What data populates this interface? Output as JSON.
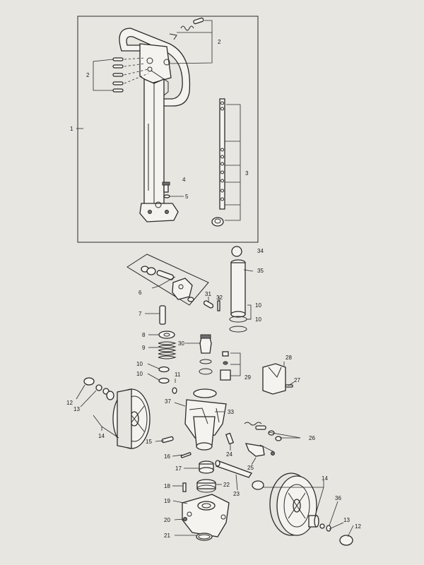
{
  "colors": {
    "paper": "#e7e6e1",
    "ink": "#2a2a2a"
  },
  "callouts": {
    "c1": "1",
    "c2a": "2",
    "c2b": "2",
    "c3": "3",
    "c4": "4",
    "c5": "5",
    "c6": "6",
    "c7": "7",
    "c8": "8",
    "c9": "9",
    "c10a": "10",
    "c10b": "10",
    "c10c": "10",
    "c10d": "10",
    "c11": "11",
    "c12a": "12",
    "c12b": "12",
    "c13a": "13",
    "c13b": "13",
    "c14a": "14",
    "c14b": "14",
    "c15": "15",
    "c16": "16",
    "c17": "17",
    "c18": "18",
    "c19": "19",
    "c20": "20",
    "c21": "21",
    "c22": "22",
    "c23": "23",
    "c24": "24",
    "c25": "25",
    "c26": "26",
    "c27": "27",
    "c28": "28",
    "c29": "29",
    "c30": "30",
    "c31": "31",
    "c32": "32",
    "c33": "33",
    "c34": "34",
    "c35": "35",
    "c36": "36",
    "c37": "37"
  }
}
